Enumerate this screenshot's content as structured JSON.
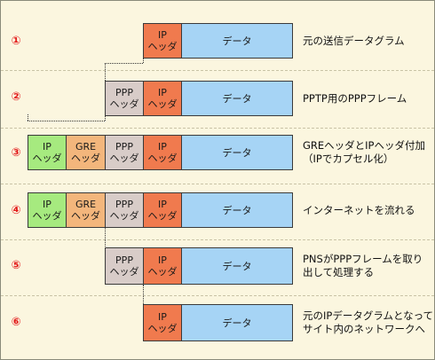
{
  "steps": [
    {
      "num": "①",
      "desc": "元の送信データグラム"
    },
    {
      "num": "②",
      "desc": "PPTP用のPPPフレーム"
    },
    {
      "num": "③",
      "desc": "GREヘッダとIPヘッダ付加\n（IPでカプセル化）"
    },
    {
      "num": "④",
      "desc": "インターネットを流れる"
    },
    {
      "num": "⑤",
      "desc": "PNSがPPPフレームを取り\n出して処理する"
    },
    {
      "num": "⑥",
      "desc": "元のIPデータグラムとなって\nサイト内のネットワークへ"
    }
  ],
  "labels": {
    "ip": "IP\nヘッダ",
    "ppp": "PPP\nヘッダ",
    "gre": "GRE\nヘッダ",
    "data": "データ"
  },
  "colors": {
    "ip_header": "#f07a4e",
    "ppp_header": "#d8ccc8",
    "gre_header": "#f3b67c",
    "outer_ip_header": "#a6ea7f",
    "data": "#a6d4f5",
    "step_number": "#e31b1b"
  }
}
